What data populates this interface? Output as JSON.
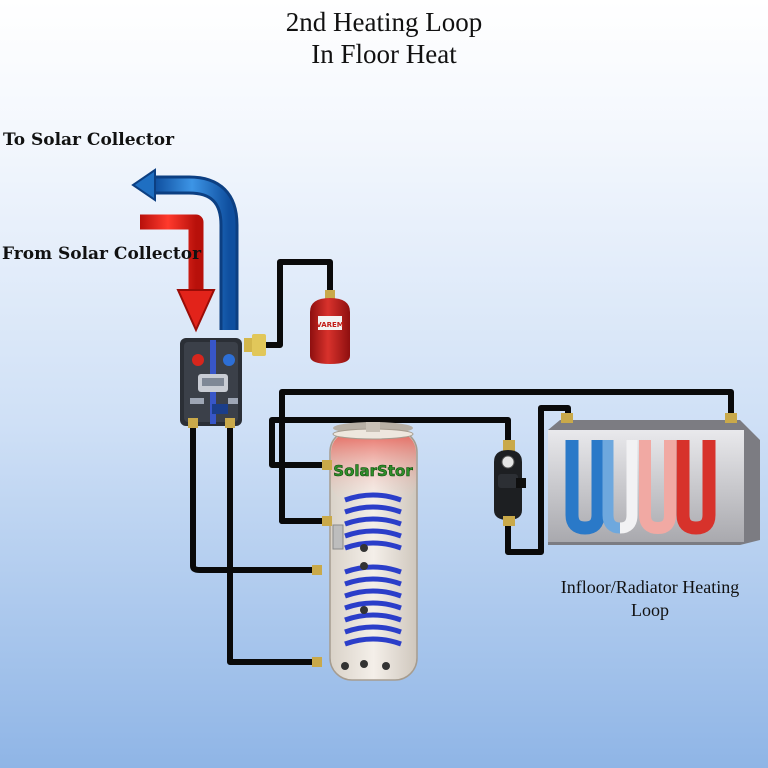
{
  "title_line1": "2nd Heating Loop",
  "title_line2": "In Floor Heat",
  "label_to_collector": "To Solar Collector",
  "label_from_collector": "From Solar Collector",
  "label_loop_line1": "Infloor/Radiator Heating",
  "label_loop_line2": "Loop",
  "tank_brand": "SolarStor",
  "expansion_tank_brand": "VAREM",
  "colors": {
    "hot": "#e2231a",
    "cold": "#1f6fc2",
    "pipe": "#0a0a0a",
    "coil": "#2b3ec9"
  }
}
